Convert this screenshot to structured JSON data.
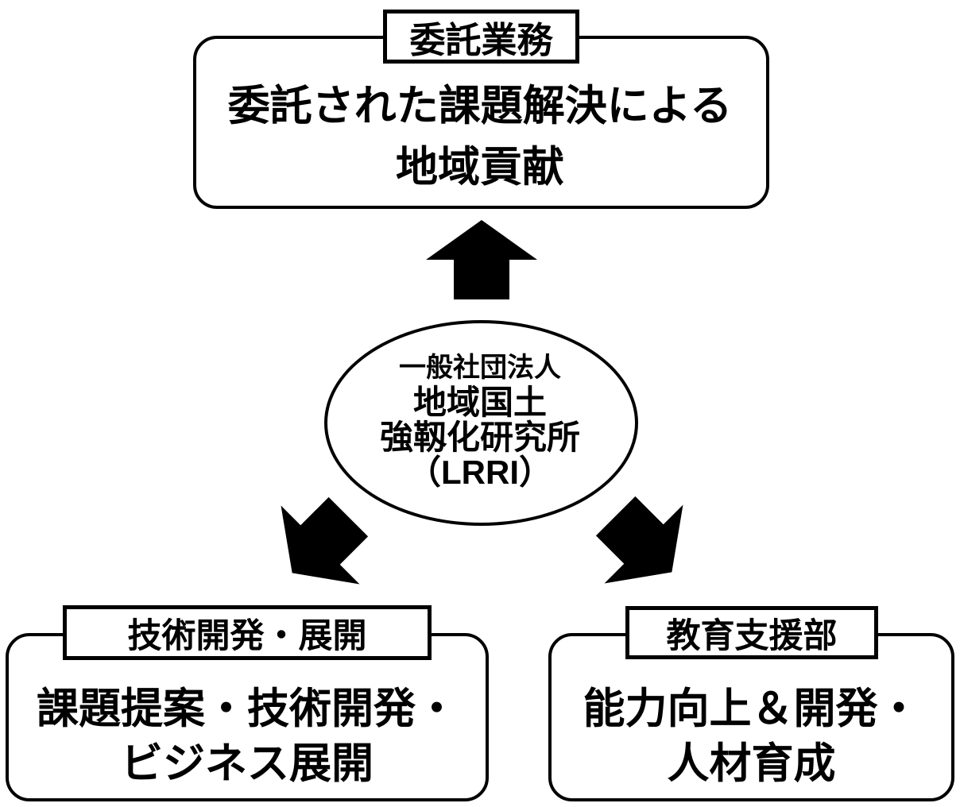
{
  "diagram": {
    "background_color": "#ffffff",
    "stroke_color": "#000000",
    "arrow_color": "#000000",
    "top_node": {
      "tag": "委託業務",
      "lines": [
        "委託された課題解決による",
        "地域貢献"
      ]
    },
    "center_node": {
      "lines": [
        "一般社団法人",
        "地域国土",
        "強靱化研究所",
        "（LRRI）"
      ]
    },
    "bottom_left_node": {
      "tag": "技術開発・展開",
      "lines": [
        "課題提案・技術開発・",
        "ビジネス展開"
      ]
    },
    "bottom_right_node": {
      "tag": "教育支援部",
      "lines": [
        "能力向上＆開発・",
        "人材育成"
      ]
    },
    "arrows": [
      {
        "name": "up-arrow",
        "direction": "up",
        "from": "center-ellipse",
        "to": "top-node"
      },
      {
        "name": "down-left-arrow",
        "direction": "down-left",
        "from": "center-ellipse",
        "to": "bottom-left-node"
      },
      {
        "name": "down-right-arrow",
        "direction": "down-right",
        "from": "center-ellipse",
        "to": "bottom-right-node"
      }
    ]
  }
}
